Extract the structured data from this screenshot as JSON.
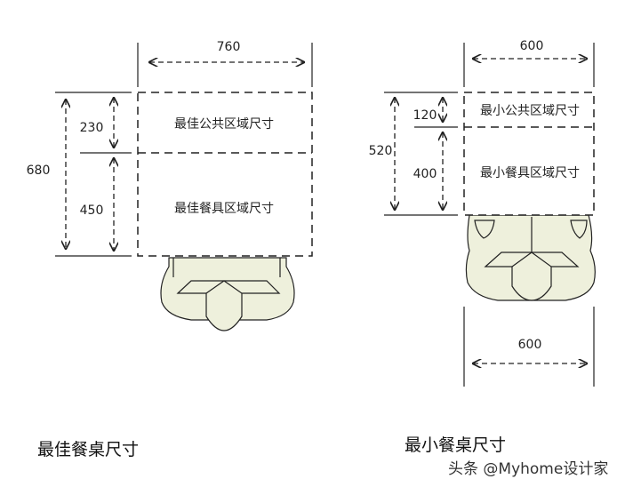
{
  "left": {
    "width_label": "760",
    "total_label": "680",
    "public_label": "230",
    "tableware_label": "450",
    "public_zone": "最佳公共区域尺寸",
    "tableware_zone": "最佳餐具区域尺寸",
    "caption": "最佳餐桌尺寸"
  },
  "right": {
    "width_label_top": "600",
    "total_label": "520",
    "public_label": "120",
    "tableware_label": "400",
    "public_zone": "最小公共区域尺寸",
    "tableware_zone": "最小餐具区域尺寸",
    "width_label_bottom": "600",
    "caption": "最小餐桌尺寸"
  },
  "watermark": "头条 @Myhome设计家",
  "colors": {
    "chair_fill": "#eef0dc",
    "line": "#222222"
  }
}
